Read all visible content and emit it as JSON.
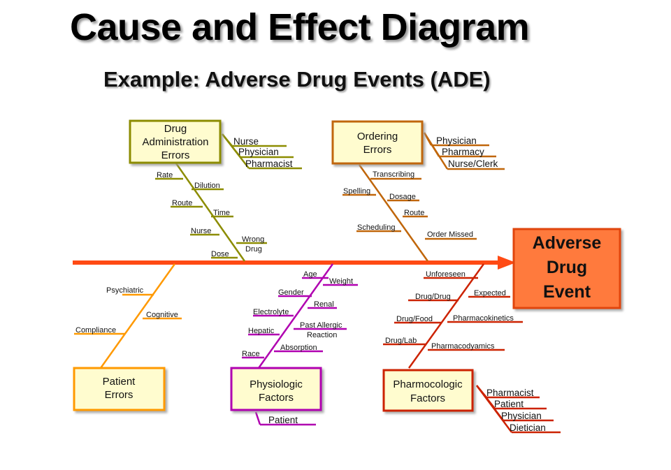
{
  "title": "Cause and Effect Diagram",
  "subtitle": "Example: Adverse Drug Events",
  "subtitle_suffix": "(ADE)",
  "effect": [
    "Adverse",
    "Drug",
    "Event"
  ],
  "colors": {
    "spine": "#ff4a14",
    "drug_admin": "#8c8c00",
    "ordering": "#c0660a",
    "patient": "#ff9900",
    "physiologic": "#b000b0",
    "pharmacologic": "#cc2200",
    "effect_fill": "#ff7a3c",
    "effect_border": "#e0440c"
  },
  "categories": {
    "drug_admin": {
      "label": [
        "Drug",
        "Administration",
        "Errors"
      ],
      "people": [
        "Nurse",
        "Physician",
        "Pharmacist"
      ],
      "causes": [
        "Rate",
        "Dilution",
        "Route",
        "Time",
        "Nurse",
        "Wrong",
        "Drug",
        "Dose"
      ]
    },
    "ordering": {
      "label": [
        "Ordering",
        "Errors"
      ],
      "people": [
        "Physician",
        "Pharmacy",
        "Nurse/Clerk"
      ],
      "causes": [
        "Transcribing",
        "Spelling",
        "Dosage",
        "Route",
        "Scheduling",
        "Order Missed"
      ]
    },
    "patient": {
      "label": [
        "Patient",
        "Errors"
      ],
      "causes": [
        "Psychiatric",
        "Cognitive",
        "Compliance"
      ]
    },
    "physiologic": {
      "label": [
        "Physiologic",
        "Factors"
      ],
      "people": [
        "Patient"
      ],
      "causes": [
        "Age",
        "Weight",
        "Gender",
        "Renal",
        "Electrolyte",
        "Past Allergic",
        "Reaction",
        "Hepatic",
        "Absorption",
        "Race"
      ]
    },
    "pharmacologic": {
      "label": [
        "Pharmocologic",
        "Factors"
      ],
      "people": [
        "Pharmacist",
        "Patient",
        "Physician",
        "Dietician"
      ],
      "causes": [
        "Unforeseen",
        "Drug/Drug",
        "Expected",
        "Drug/Food",
        "Pharmacokinetics",
        "Drug/Lab",
        "Pharmacodyamics"
      ]
    }
  }
}
